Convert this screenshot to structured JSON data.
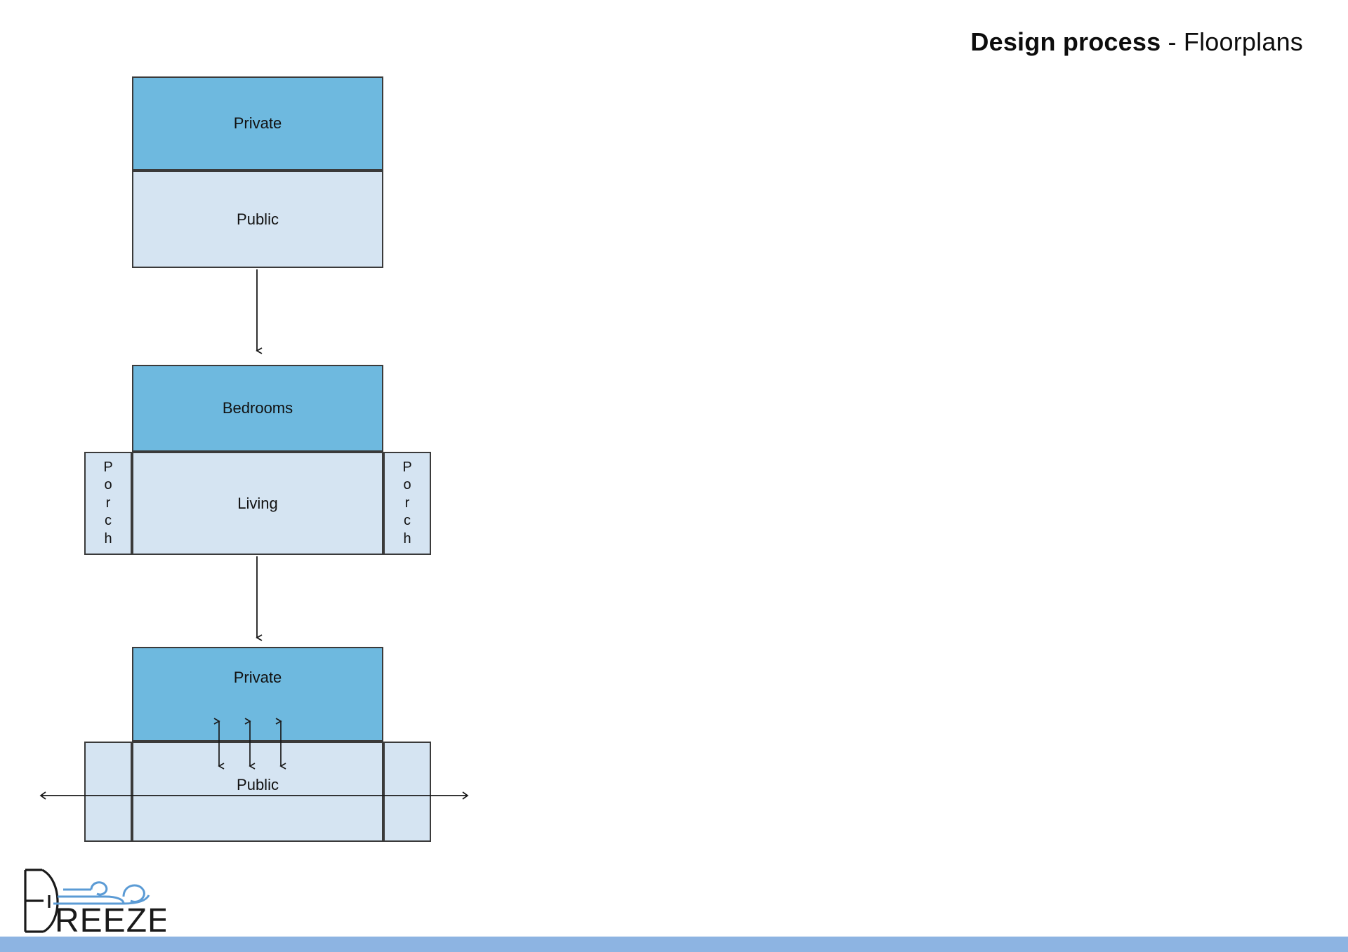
{
  "slide": {
    "title_strong": "Design process",
    "title_rest": " - Floorplans",
    "background_color": "#FFFFFF"
  },
  "colors": {
    "private_fill": "#6EB9DF",
    "public_fill": "#D5E4F2",
    "outline": "#3A3A3A",
    "footer_bar": "#8DB4E2",
    "logo_swirl": "#5B9BD5",
    "logo_text": "#1A1A1A"
  },
  "diagrams": [
    {
      "id": "diagram-1",
      "name": "stacked-private-public",
      "blocks": [
        {
          "id": "d1-private",
          "label": "Private",
          "fill": "private"
        },
        {
          "id": "d1-public",
          "label": "Public",
          "fill": "public"
        }
      ]
    },
    {
      "id": "diagram-2",
      "name": "bedrooms-living-porches",
      "blocks": [
        {
          "id": "d2-bedrooms",
          "label": "Bedrooms",
          "fill": "private"
        },
        {
          "id": "d2-living",
          "label": "Living",
          "fill": "public"
        },
        {
          "id": "d2-porch-left",
          "label": "Porch",
          "fill": "public",
          "orientation": "vertical"
        },
        {
          "id": "d2-porch-right",
          "label": "Porch",
          "fill": "public",
          "orientation": "vertical"
        }
      ]
    },
    {
      "id": "diagram-3",
      "name": "private-public-with-flow-arrows",
      "blocks": [
        {
          "id": "d3-private",
          "label": "Private",
          "fill": "private"
        },
        {
          "id": "d3-public",
          "label": "Public",
          "fill": "public"
        },
        {
          "id": "d3-wing-left",
          "label": "",
          "fill": "public"
        },
        {
          "id": "d3-wing-right",
          "label": "",
          "fill": "public"
        }
      ],
      "annotations": {
        "vertical_connector_count": 3,
        "vertical_connector_style": "double-headed",
        "horizontal_axis_style": "double-headed"
      }
    }
  ],
  "connectors": [
    {
      "id": "connector-1-2",
      "from": "diagram-1",
      "to": "diagram-2",
      "style": "single-headed-down"
    },
    {
      "id": "connector-2-3",
      "from": "diagram-2",
      "to": "diagram-3",
      "style": "single-headed-down"
    }
  ],
  "logo": {
    "wordmark": "REEZE",
    "monogram": "B",
    "full_name": "BREEZE"
  }
}
